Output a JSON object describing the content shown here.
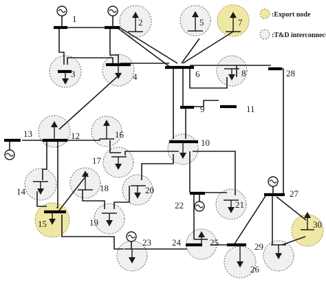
{
  "legend": {
    "export_label": ":Export node",
    "td_label": ":T&D interconnection"
  },
  "bus_labels": {
    "b1": "1",
    "b2": "2",
    "b3": "3",
    "b4": "4",
    "b5": "5",
    "b6": "6",
    "b7": "7",
    "b8": "8",
    "b9": "9",
    "b10": "10",
    "b11": "11",
    "b12": "12",
    "b13": "13",
    "b14": "14",
    "b15": "15",
    "b16": "16",
    "b17": "17",
    "b18": "18",
    "b19": "19",
    "b20": "20",
    "b21": "21",
    "b22": "22",
    "b23": "23",
    "b24": "24",
    "b25": "25",
    "b26": "26",
    "b27": "27",
    "b28": "28",
    "b29": "29",
    "b30": "30"
  },
  "export_nodes": [
    "7",
    "15",
    "30"
  ],
  "td_interconnection_nodes": [
    "2",
    "3",
    "4",
    "5",
    "8",
    "10",
    "12",
    "14",
    "16",
    "17",
    "18",
    "19",
    "20",
    "21",
    "23",
    "25",
    "26",
    "29"
  ],
  "generator_buses": [
    "1",
    "2",
    "13",
    "22",
    "23",
    "27"
  ],
  "colors": {
    "export_fill": "#ede59a",
    "td_fill": "#e3e3e3",
    "line": "#1a1a1a"
  }
}
